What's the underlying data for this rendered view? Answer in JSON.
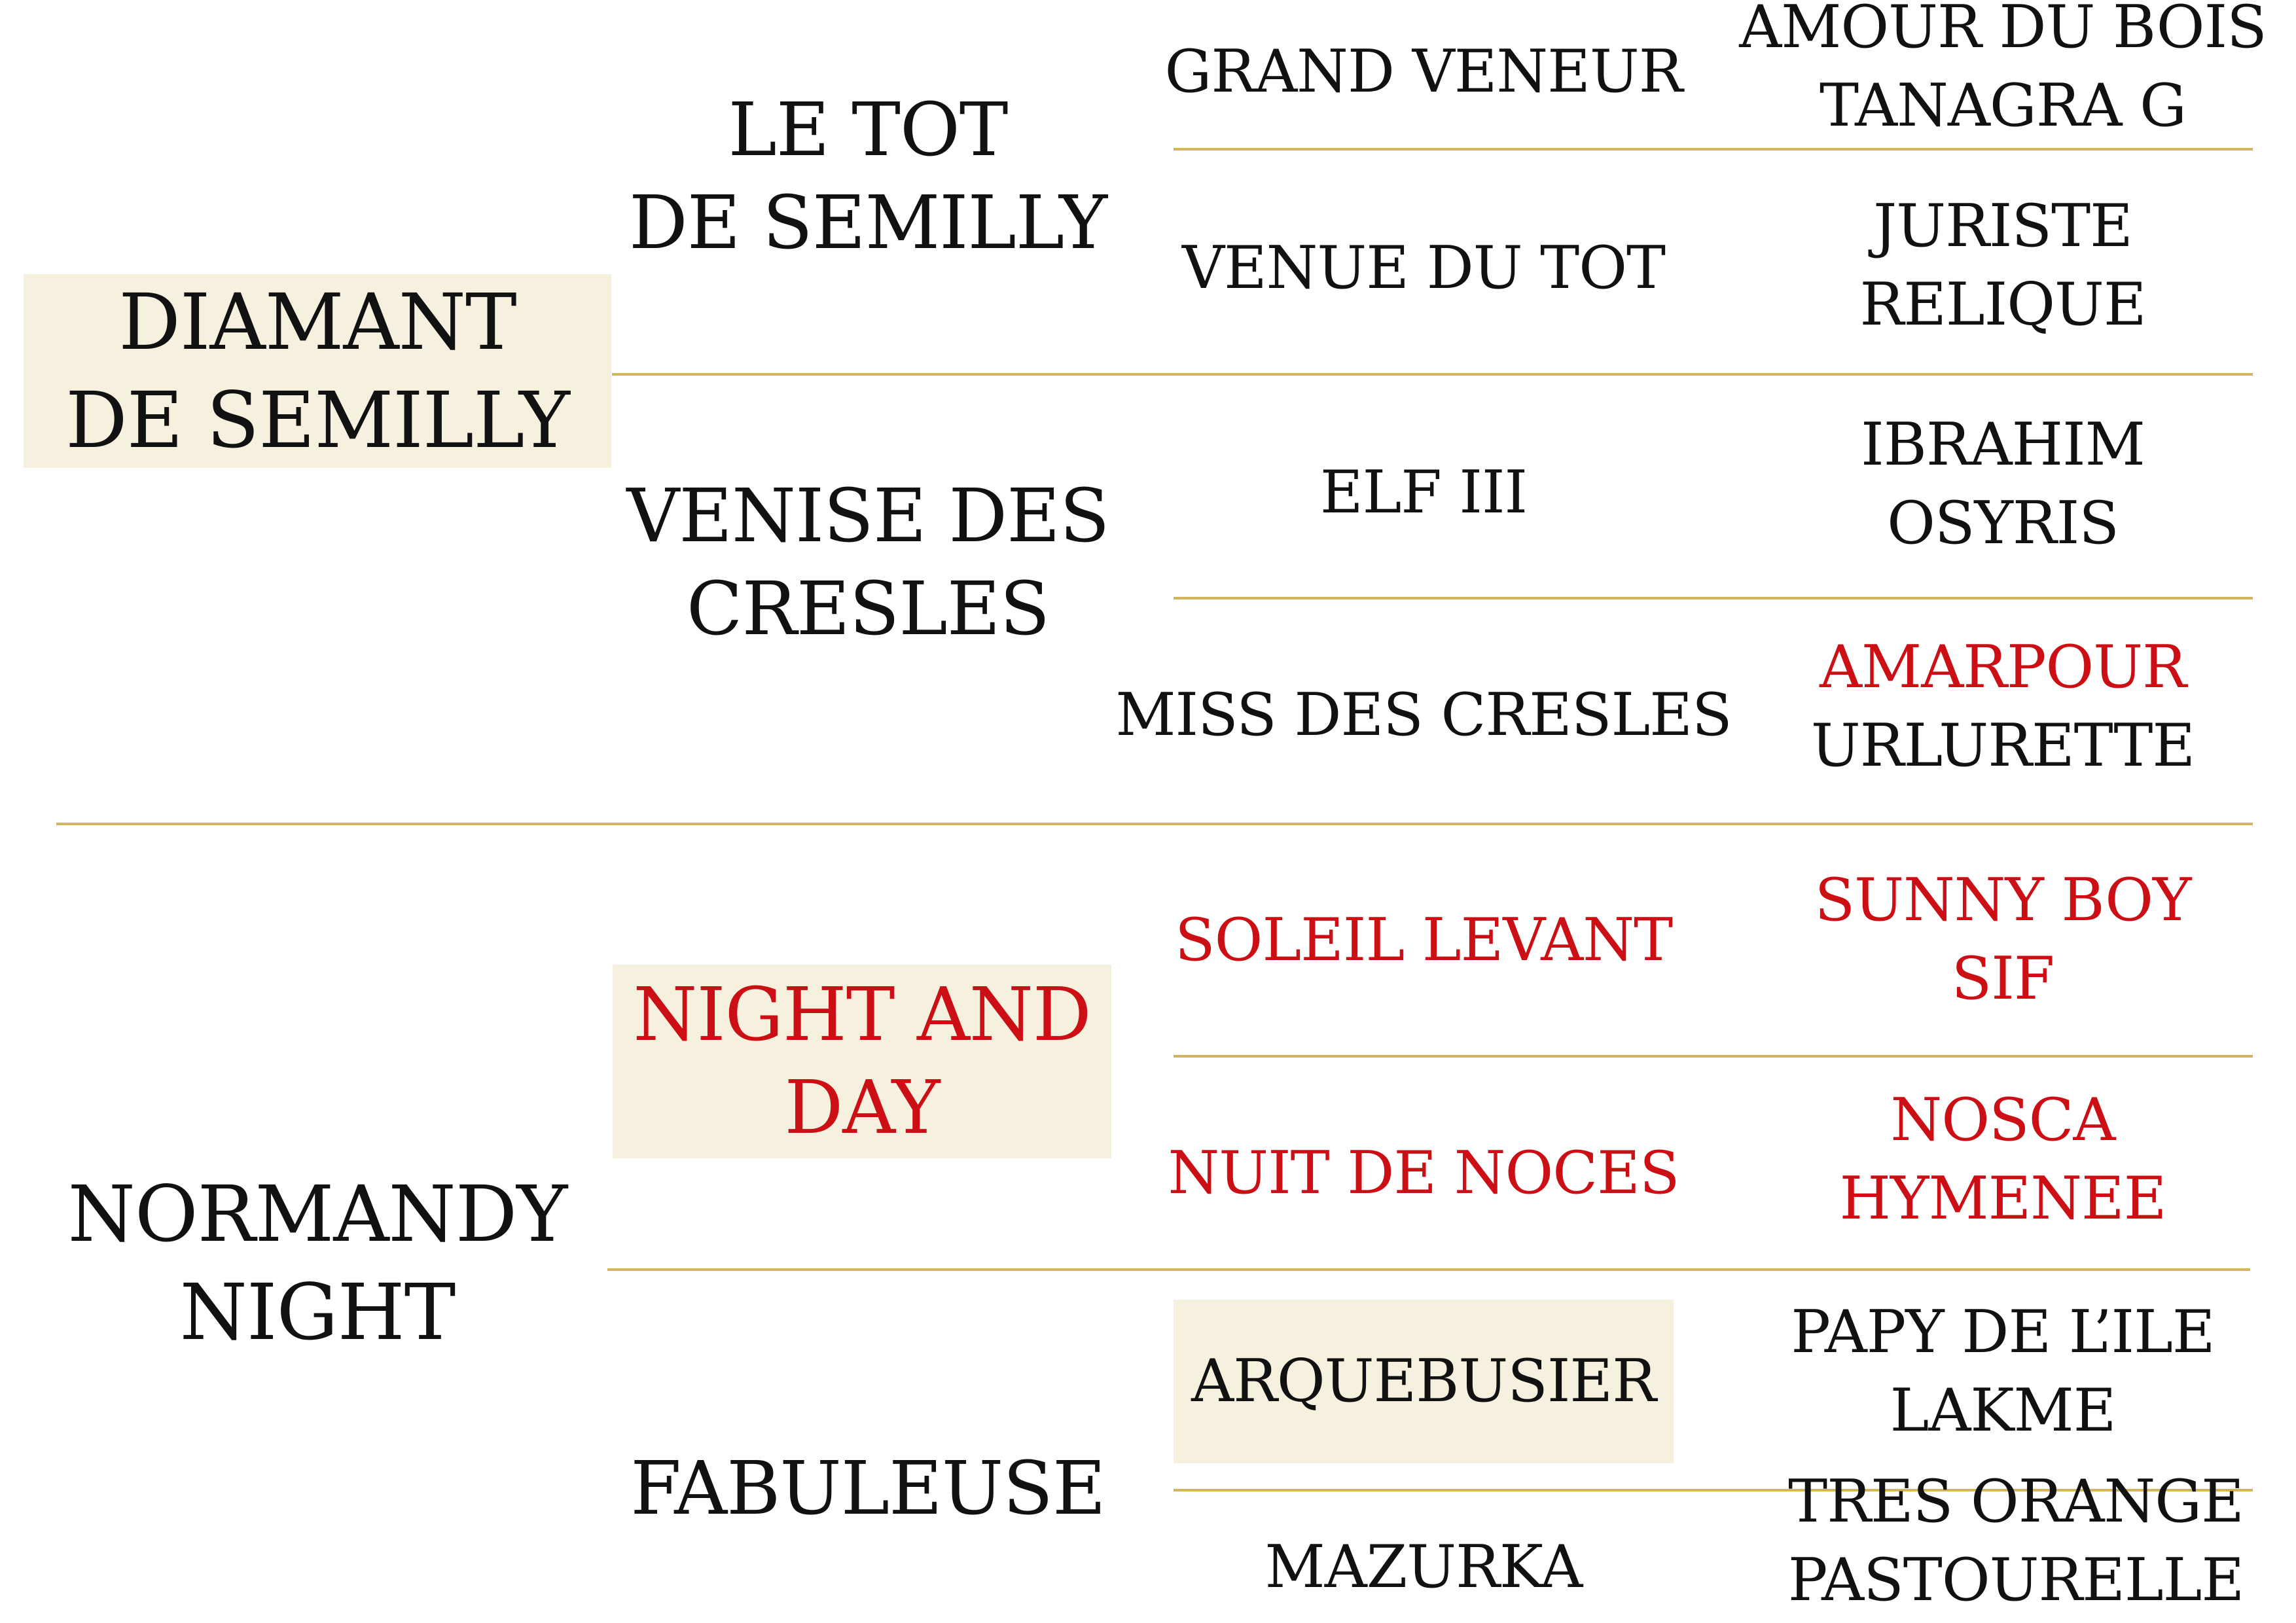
{
  "colors": {
    "normal_text": "#111111",
    "highlight_text": "#cc0f14",
    "highlight_bg": "#f6f0df",
    "divider": "#d1b65e"
  },
  "pedigree": {
    "sire": {
      "name": [
        "DIAMANT",
        "DE SEMILLY"
      ],
      "highlight_bg": true,
      "red": false
    },
    "dam": {
      "name": [
        "NORMANDY",
        "NIGHT"
      ],
      "highlight_bg": false,
      "red": false
    },
    "sire_sire": {
      "name": [
        "LE TOT",
        "DE SEMILLY"
      ],
      "highlight_bg": false,
      "red": false
    },
    "sire_dam": {
      "name": [
        "VENISE DES",
        "CRESLES"
      ],
      "highlight_bg": false,
      "red": false
    },
    "dam_sire": {
      "name": [
        "NIGHT AND",
        "DAY"
      ],
      "highlight_bg": true,
      "red": true
    },
    "dam_dam": {
      "name": [
        "FABULEUSE"
      ],
      "highlight_bg": false,
      "red": false
    },
    "gen3": [
      {
        "name": [
          "GRAND VENEUR"
        ],
        "highlight_bg": false,
        "red": false
      },
      {
        "name": [
          "VENUE DU TOT"
        ],
        "highlight_bg": false,
        "red": false
      },
      {
        "name": [
          "ELF III"
        ],
        "highlight_bg": false,
        "red": false
      },
      {
        "name": [
          "MISS DES CRESLES"
        ],
        "highlight_bg": false,
        "red": false
      },
      {
        "name": [
          "SOLEIL LEVANT"
        ],
        "highlight_bg": false,
        "red": true
      },
      {
        "name": [
          "NUIT DE NOCES"
        ],
        "highlight_bg": false,
        "red": true
      },
      {
        "name": [
          "ARQUEBUSIER"
        ],
        "highlight_bg": true,
        "red": false
      },
      {
        "name": [
          "MAZURKA"
        ],
        "highlight_bg": false,
        "red": false
      }
    ],
    "gen4": [
      {
        "lines": [
          {
            "text": "AMOUR DU BOIS",
            "red": false
          },
          {
            "text": "TANAGRA G",
            "red": false
          }
        ]
      },
      {
        "lines": [
          {
            "text": "JURISTE",
            "red": false
          },
          {
            "text": "RELIQUE",
            "red": false
          }
        ]
      },
      {
        "lines": [
          {
            "text": "IBRAHIM",
            "red": false
          },
          {
            "text": "OSYRIS",
            "red": false
          }
        ]
      },
      {
        "lines": [
          {
            "text": "AMARPOUR",
            "red": true
          },
          {
            "text": "URLURETTE",
            "red": false
          }
        ]
      },
      {
        "lines": [
          {
            "text": "SUNNY BOY",
            "red": true
          },
          {
            "text": "SIF",
            "red": true
          }
        ]
      },
      {
        "lines": [
          {
            "text": "NOSCA",
            "red": true
          },
          {
            "text": "HYMENEE",
            "red": true
          }
        ]
      },
      {
        "lines": [
          {
            "text": "PAPY DE L’ILE",
            "red": false
          },
          {
            "text": "LAKME",
            "red": false
          }
        ]
      },
      {
        "lines": [
          {
            "text": "TRES ORANGE",
            "red": false
          },
          {
            "text": "PASTOURELLE",
            "red": false
          }
        ]
      }
    ]
  }
}
